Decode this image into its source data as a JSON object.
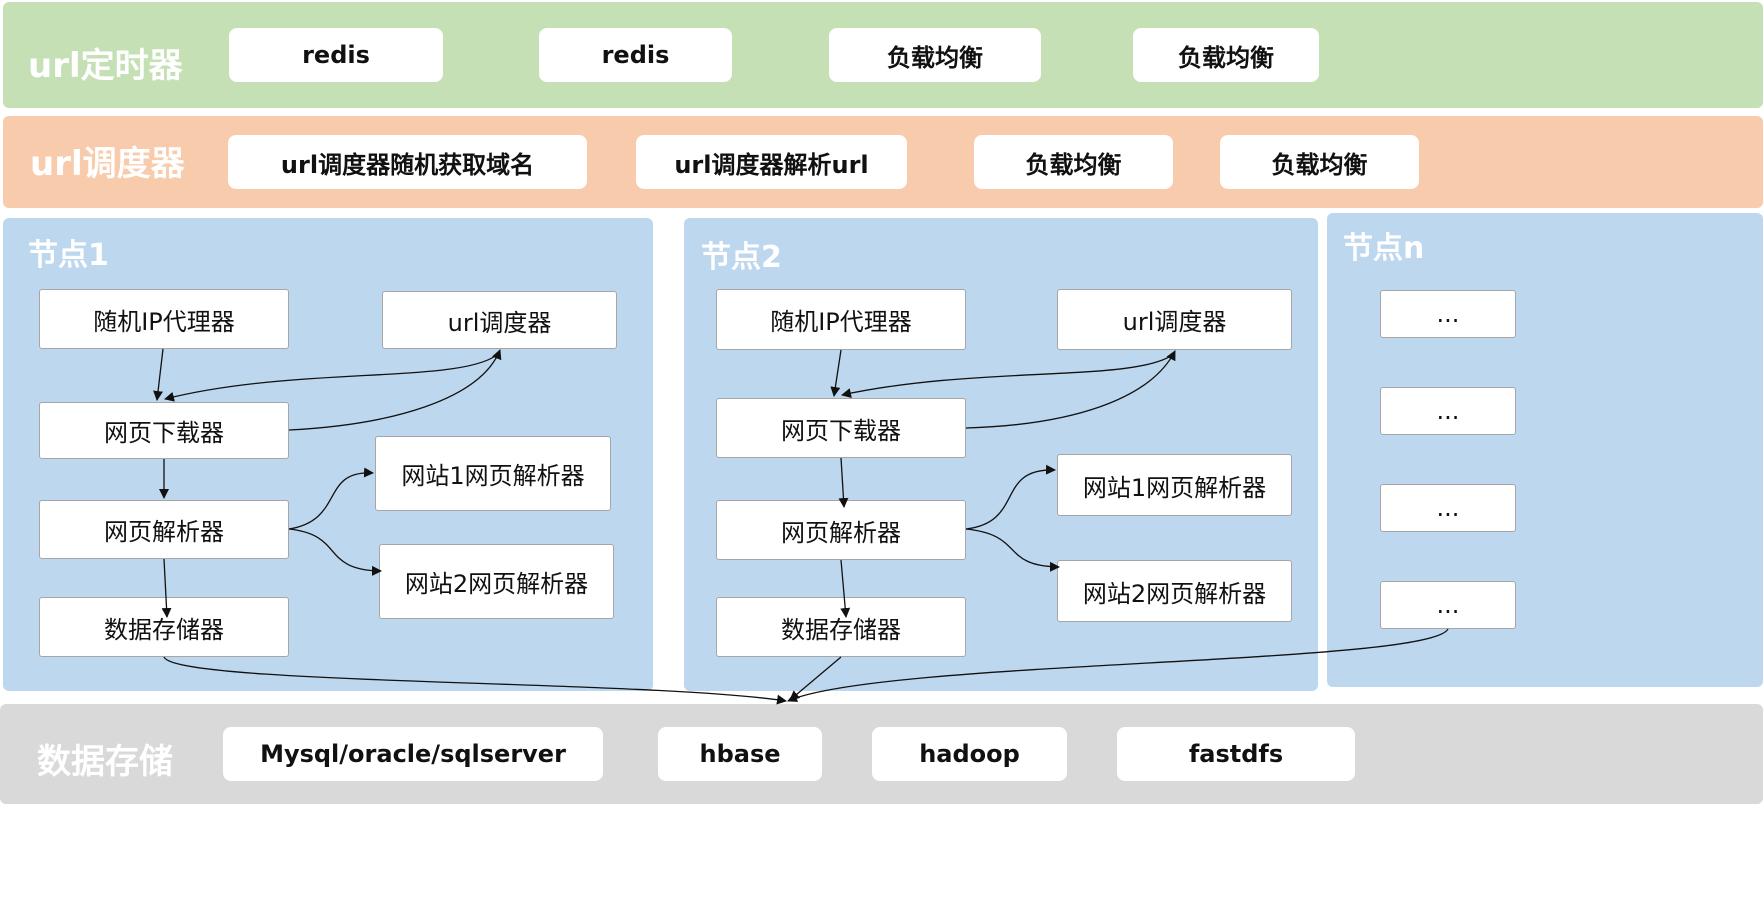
{
  "colors": {
    "timer_band": "#c5e0b4",
    "scheduler_band": "#f8cbad",
    "node_panel": "#bdd7ee",
    "storage_band": "#d9d9d9",
    "arrow": "#111111"
  },
  "timer": {
    "label": "url定时器",
    "items": [
      "redis",
      "redis",
      "负载均衡",
      "负载均衡"
    ]
  },
  "scheduler": {
    "label": "url调度器",
    "items": [
      "url调度器随机获取域名",
      "url调度器解析url",
      "负载均衡",
      "负载均衡"
    ]
  },
  "node1": {
    "title": "节点1",
    "proxy": "随机IP代理器",
    "url_scheduler": "url调度器",
    "downloader": "网页下载器",
    "site1_parser": "网站1网页解析器",
    "parser": "网页解析器",
    "site2_parser": "网站2网页解析器",
    "data_store": "数据存储器"
  },
  "node2": {
    "title": "节点2",
    "proxy": "随机IP代理器",
    "url_scheduler": "url调度器",
    "downloader": "网页下载器",
    "site1_parser": "网站1网页解析器",
    "parser": "网页解析器",
    "site2_parser": "网站2网页解析器",
    "data_store": "数据存储器"
  },
  "noden": {
    "title": "节点n",
    "items": [
      "...",
      "...",
      "...",
      "..."
    ]
  },
  "storage": {
    "label": "数据存储",
    "items": [
      "Mysql/oracle/sqlserver",
      "hbase",
      "hadoop",
      "fastdfs"
    ]
  }
}
